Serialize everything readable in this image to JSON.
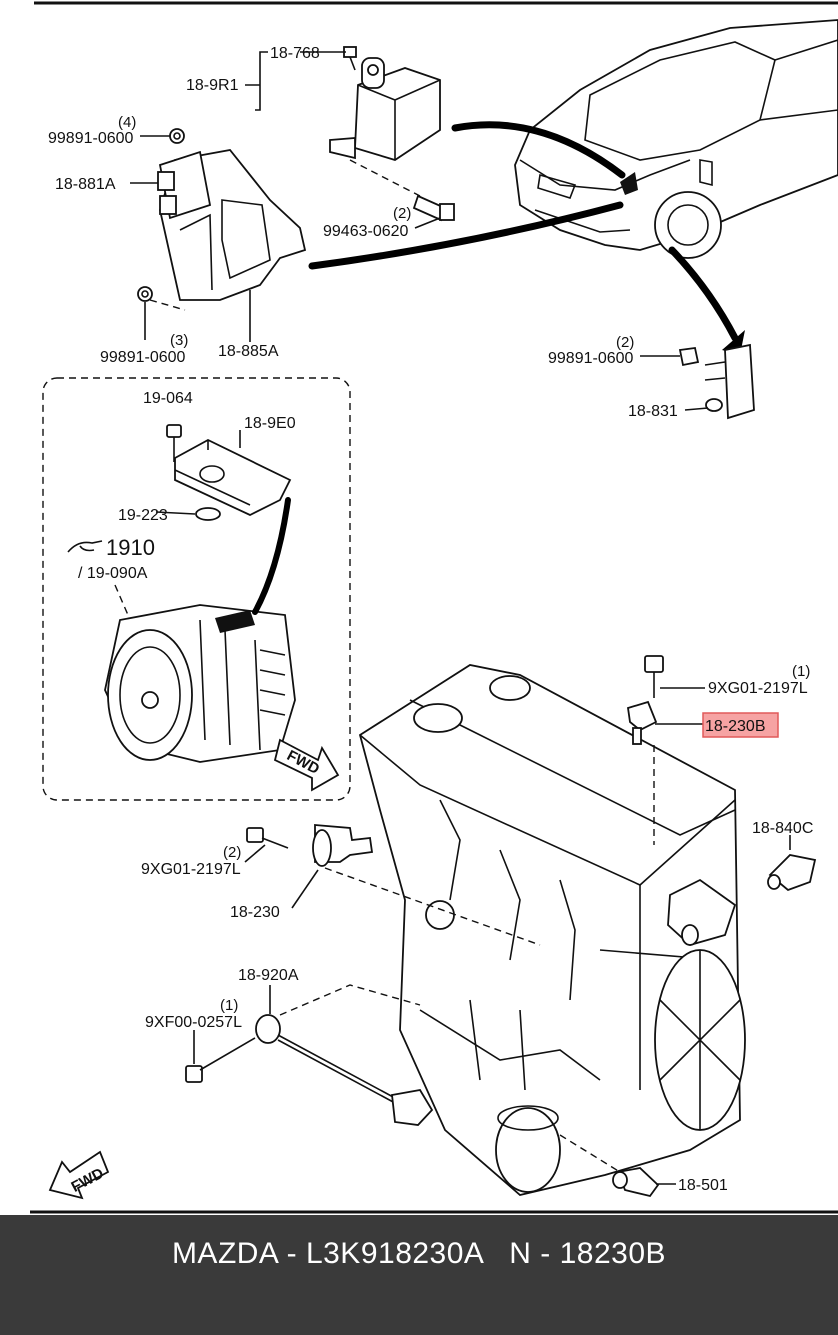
{
  "callouts": {
    "c18_768": "18-768",
    "c18_9R1": "18-9R1",
    "c99891_top": "99891-0600",
    "c99891_top_qty": "(4)",
    "c18_881A": "18-881A",
    "c99463": "99463-0620",
    "c99463_qty": "(2)",
    "c99891_mid": "99891-0600",
    "c99891_mid_qty": "(3)",
    "c18_885A": "18-885A",
    "c99891_right": "99891-0600",
    "c99891_right_qty": "(2)",
    "c18_831": "18-831",
    "c19_064": "19-064",
    "c18_9E0": "18-9E0",
    "c19_223": "19-223",
    "c1910": "1910",
    "c19_090A": "/ 19-090A",
    "c9XG01_top": "9XG01-2197L",
    "c9XG01_top_qty": "(1)",
    "c18_230B": "18-230B",
    "c18_840C": "18-840C",
    "c9XG01_left": "9XG01-2197L",
    "c9XG01_left_qty": "(2)",
    "c18_230": "18-230",
    "c18_920A": "18-920A",
    "c9XF00": "9XF00-0257L",
    "c9XF00_qty": "(1)",
    "c18_501": "18-501",
    "fwd_top": "FWD",
    "fwd_bottom": "FWD"
  },
  "colors": {
    "highlight_fill": "#f6a3a3",
    "highlight_border": "#e05a5a",
    "footer_bg": "#3a3a3a",
    "footer_text": "#ffffff"
  },
  "footer": {
    "text": "MAZDA - L3K918230A   N - 18230B"
  }
}
